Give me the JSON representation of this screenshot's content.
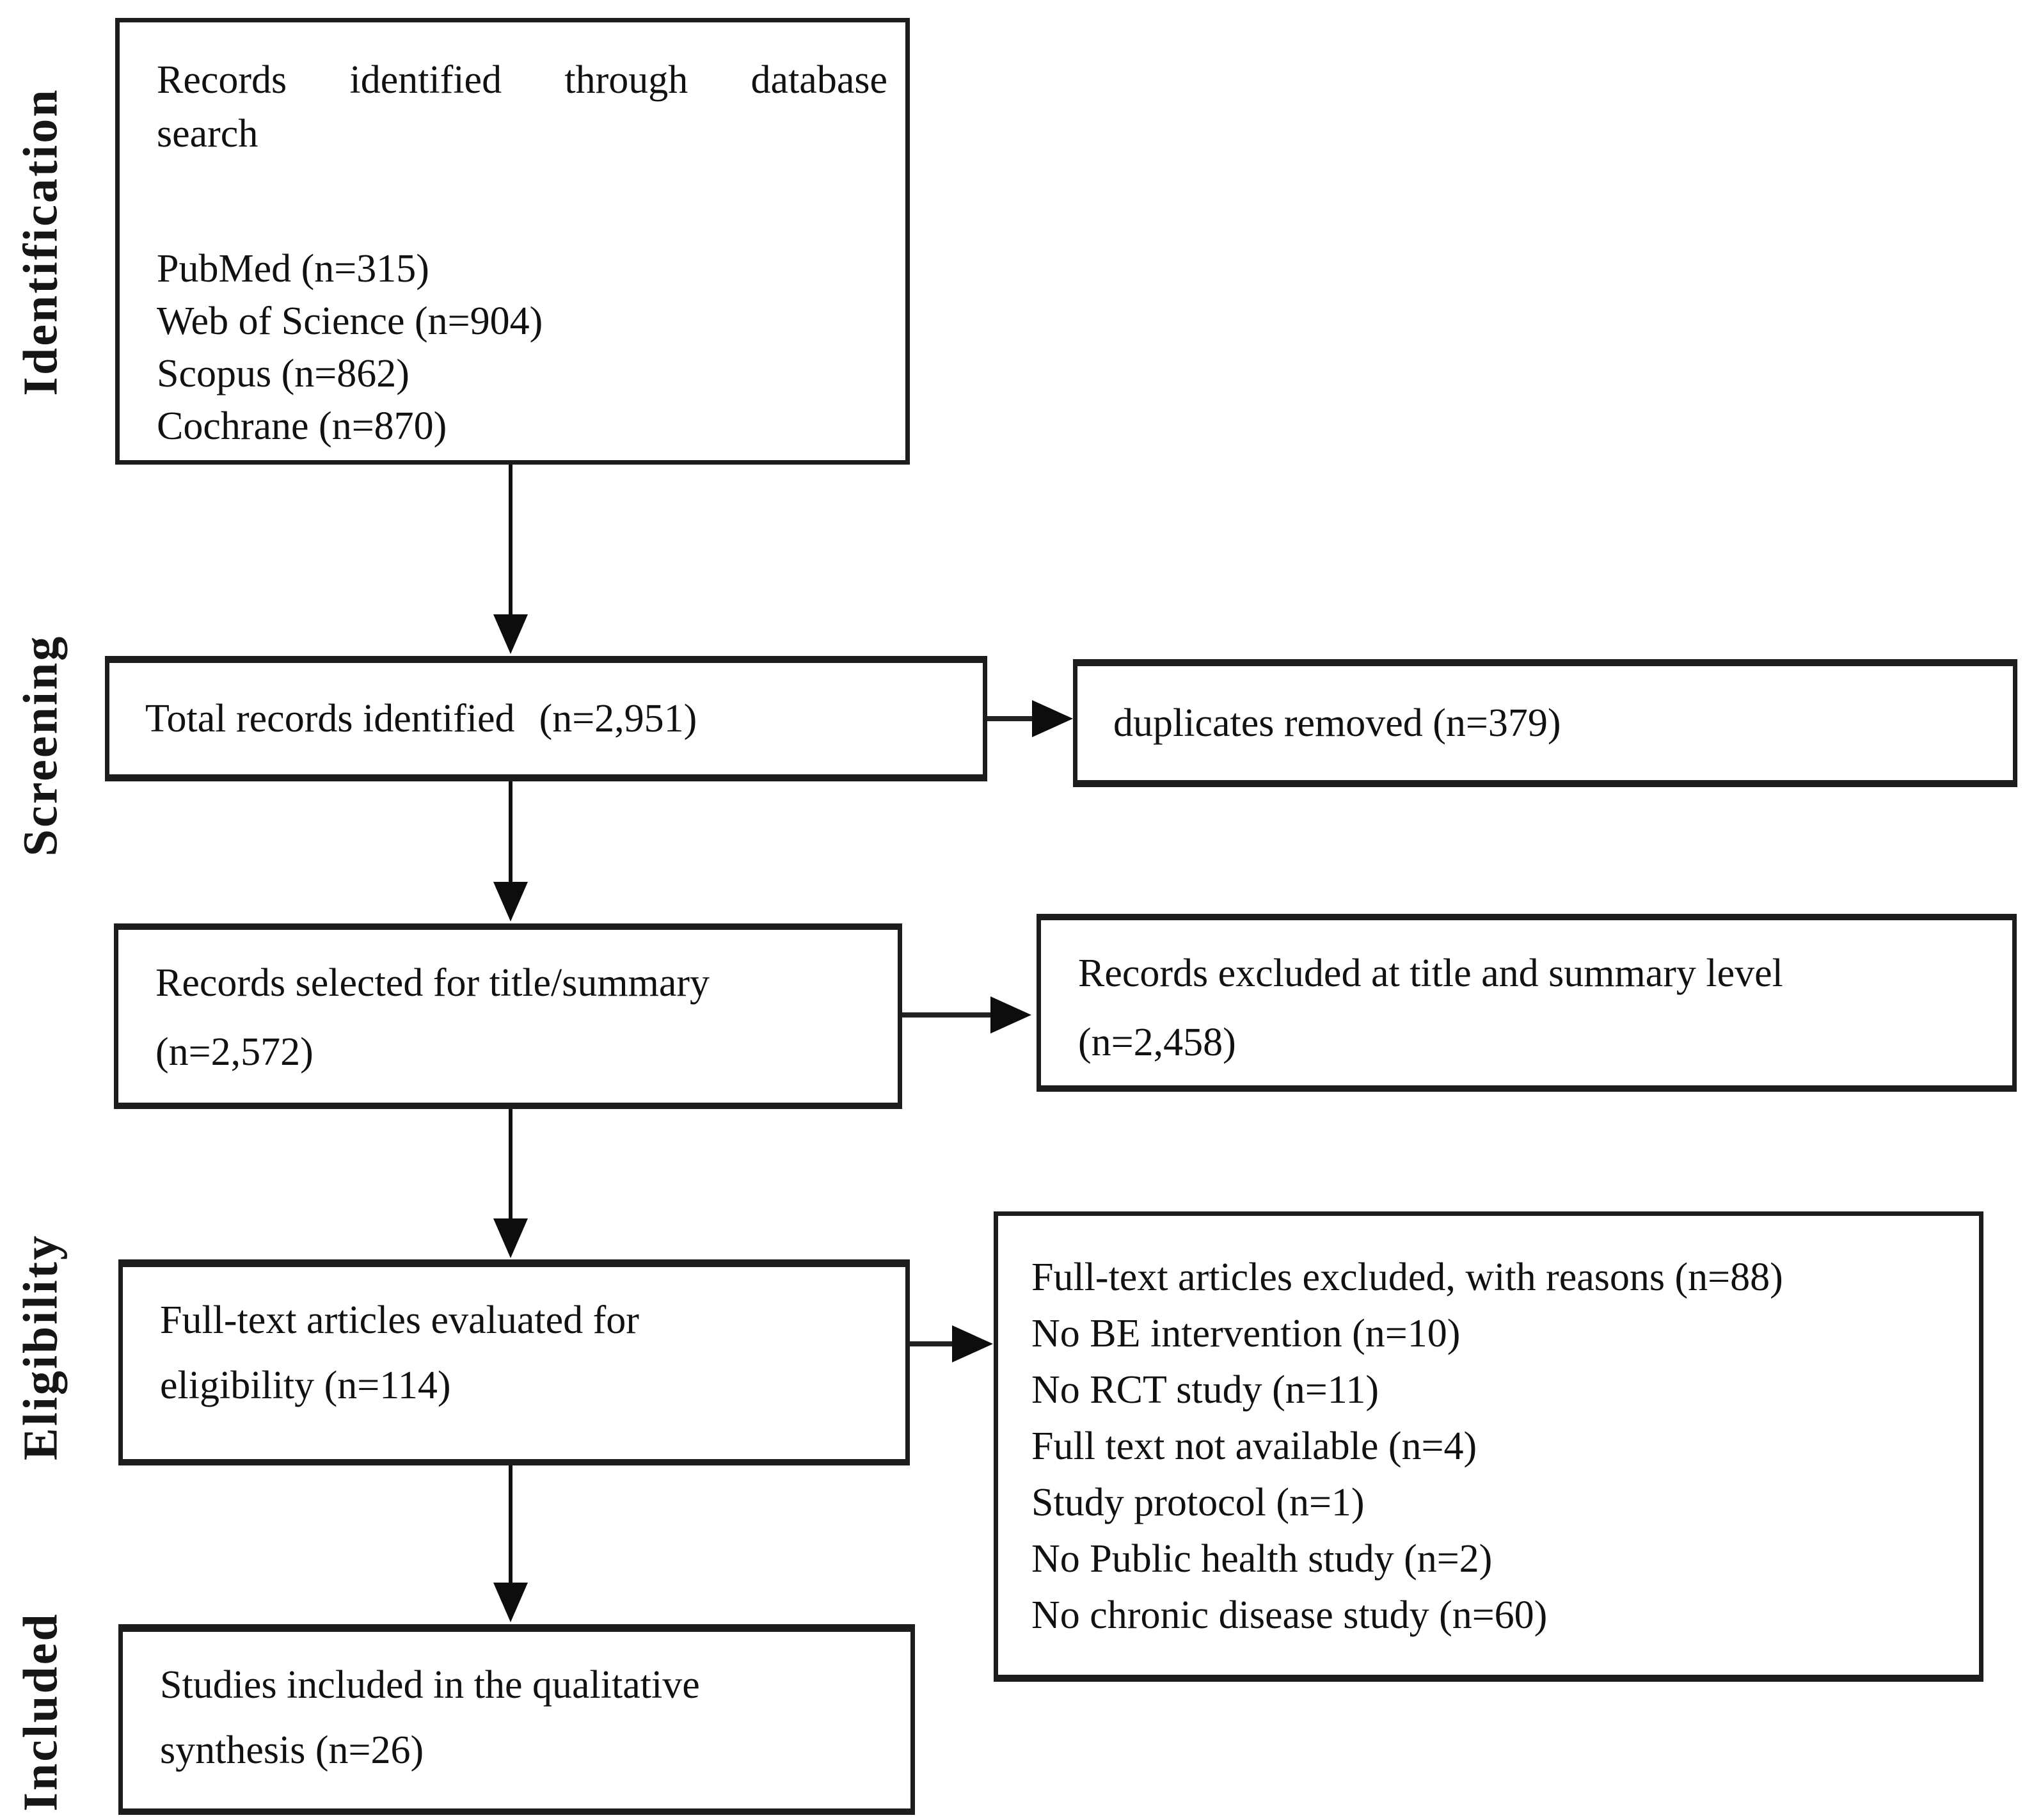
{
  "stages": [
    "Identification",
    "Screening",
    "Eligibility",
    "Included"
  ],
  "boxes": {
    "identified": {
      "title_line1": "Records identified through database",
      "title_line2": "search",
      "sources": [
        "PubMed (n=315)",
        "Web of Science (n=904)",
        "Scopus (n=862)",
        "Cochrane (n=870)"
      ]
    },
    "total": {
      "label": "Total records identified",
      "count": "(n=2,951)"
    },
    "duplicates": {
      "label": "duplicates removed (n=379)"
    },
    "selected": {
      "line1": "Records selected for title/summary",
      "line2": "(n=2,572)"
    },
    "excluded_title_summary": {
      "line1": "Records excluded at title and summary level",
      "line2": "(n=2,458)"
    },
    "fulltext": {
      "line1": "Full-text articles evaluated for",
      "line2": "eligibility (n=114)"
    },
    "fulltext_excluded": {
      "lines": [
        "Full-text articles excluded, with reasons (n=88)",
        "No BE intervention (n=10)",
        "No RCT study (n=11)",
        "Full text not available (n=4)",
        "Study protocol (n=1)",
        "No Public health study (n=2)",
        "No chronic disease study (n=60)"
      ]
    },
    "included_studies": {
      "line1": "Studies included in the qualitative",
      "line2": "synthesis (n=26)"
    }
  }
}
